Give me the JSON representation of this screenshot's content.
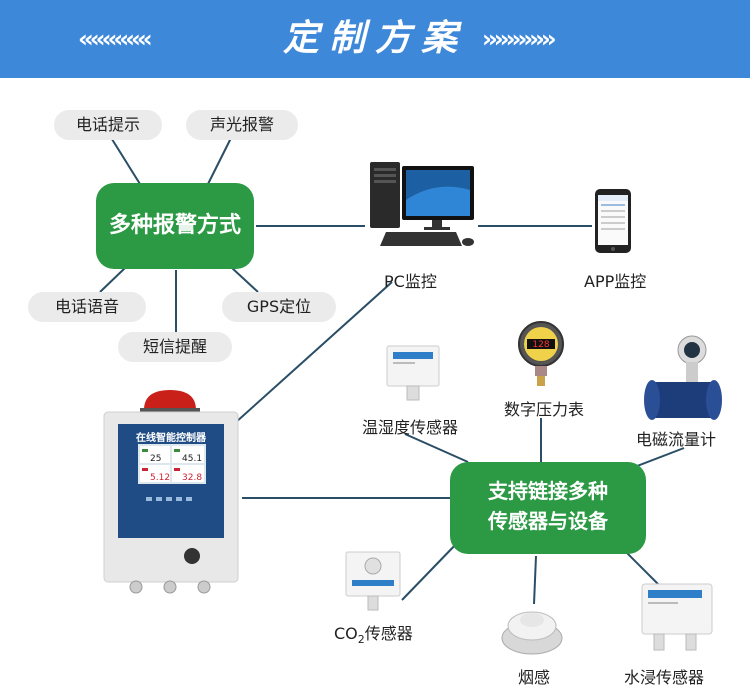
{
  "banner": {
    "title": "定制方案",
    "left_arrows": "‹‹‹‹‹‹‹‹‹‹‹‹",
    "right_arrows": "››››››››››››"
  },
  "alarm_hub": {
    "label": "多种报警方式"
  },
  "alarm_methods": [
    {
      "label": "电话提示"
    },
    {
      "label": "声光报警"
    },
    {
      "label": "电话语音"
    },
    {
      "label": "GPS定位"
    },
    {
      "label": "短信提醒"
    }
  ],
  "pc": {
    "label": "PC监控"
  },
  "app": {
    "label": "APP监控"
  },
  "controller": {
    "title": "在线智能控制器",
    "readings": [
      "25",
      "45.1",
      "5.12",
      "32.8"
    ]
  },
  "sensor_hub": {
    "line1": "支持链接多种",
    "line2": "传感器与设备"
  },
  "sensors": {
    "temp_humidity": "温湿度传感器",
    "pressure_gauge": "数字压力表",
    "pressure_display": "128",
    "flow_meter": "电磁流量计",
    "co2_prefix": "CO",
    "co2_sub": "2",
    "co2_suffix": "传感器",
    "smoke": "烟感",
    "water_leak": "水浸传感器"
  },
  "colors": {
    "banner": "#3e88d9",
    "green": "#2c9a45",
    "pill": "#ebebeb",
    "line": "#2a4e66"
  }
}
